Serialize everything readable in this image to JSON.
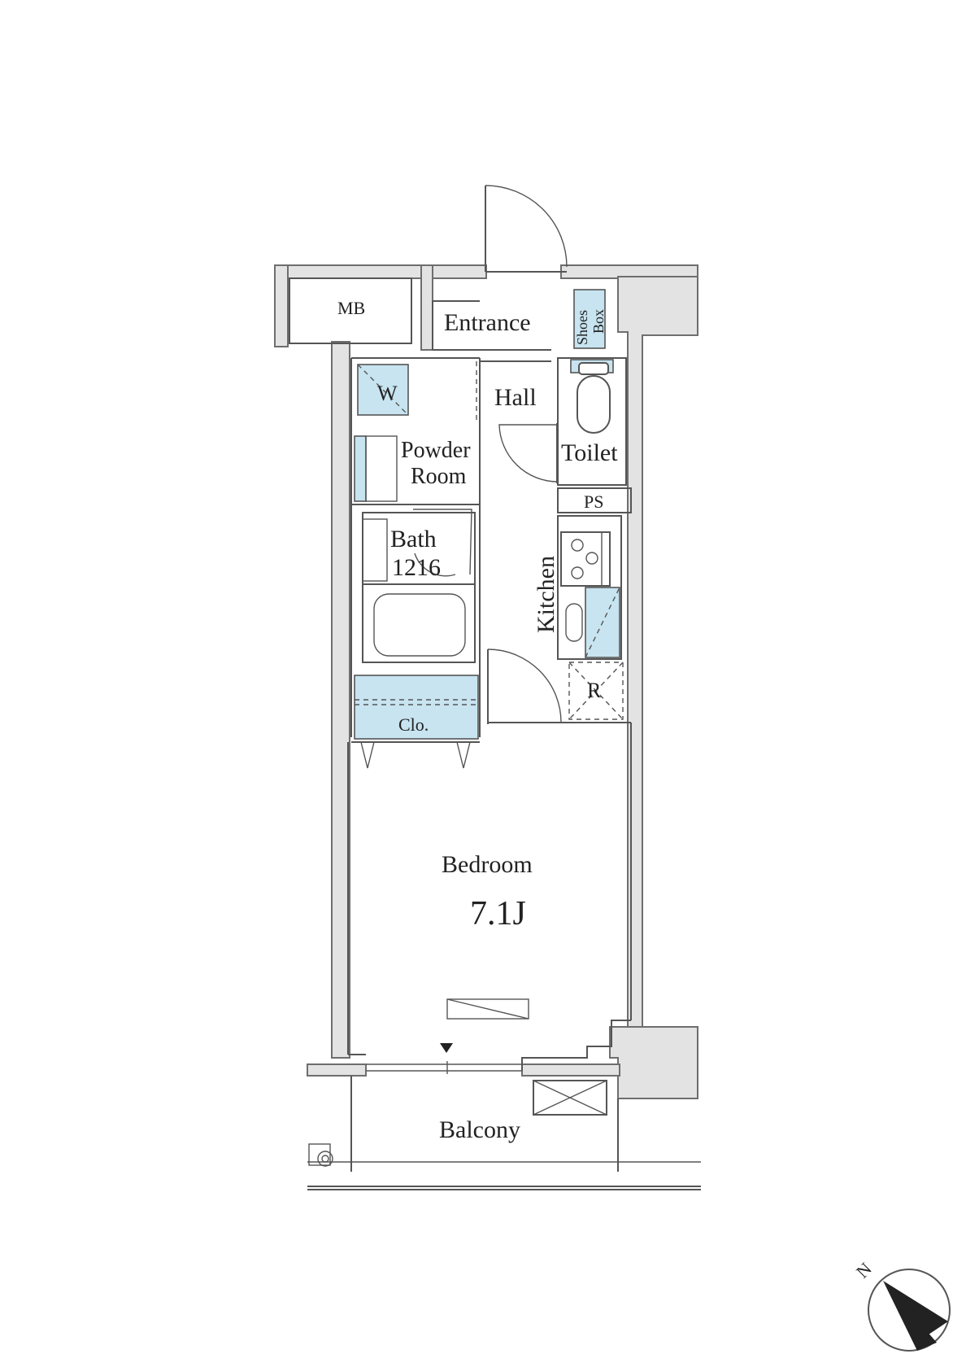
{
  "plan": {
    "rooms": {
      "mb": "MB",
      "entrance": "Entrance",
      "shoes_box": [
        "Shoes",
        "Box"
      ],
      "hall": "Hall",
      "toilet": "Toilet",
      "washer": "W",
      "powder_room": [
        "Powder",
        "Room"
      ],
      "bath": [
        "Bath",
        "1216"
      ],
      "ps": "PS",
      "kitchen": "Kitchen",
      "refrigerator": "R",
      "closet": "Clo.",
      "bedroom": "Bedroom",
      "bedroom_size": "7.1J",
      "balcony": "Balcony"
    },
    "compass": {
      "north_label": "N"
    },
    "colors": {
      "fixture_blue": "#c7e4f0",
      "wall_gray": "#e3e3e3",
      "line": "#555555"
    }
  }
}
